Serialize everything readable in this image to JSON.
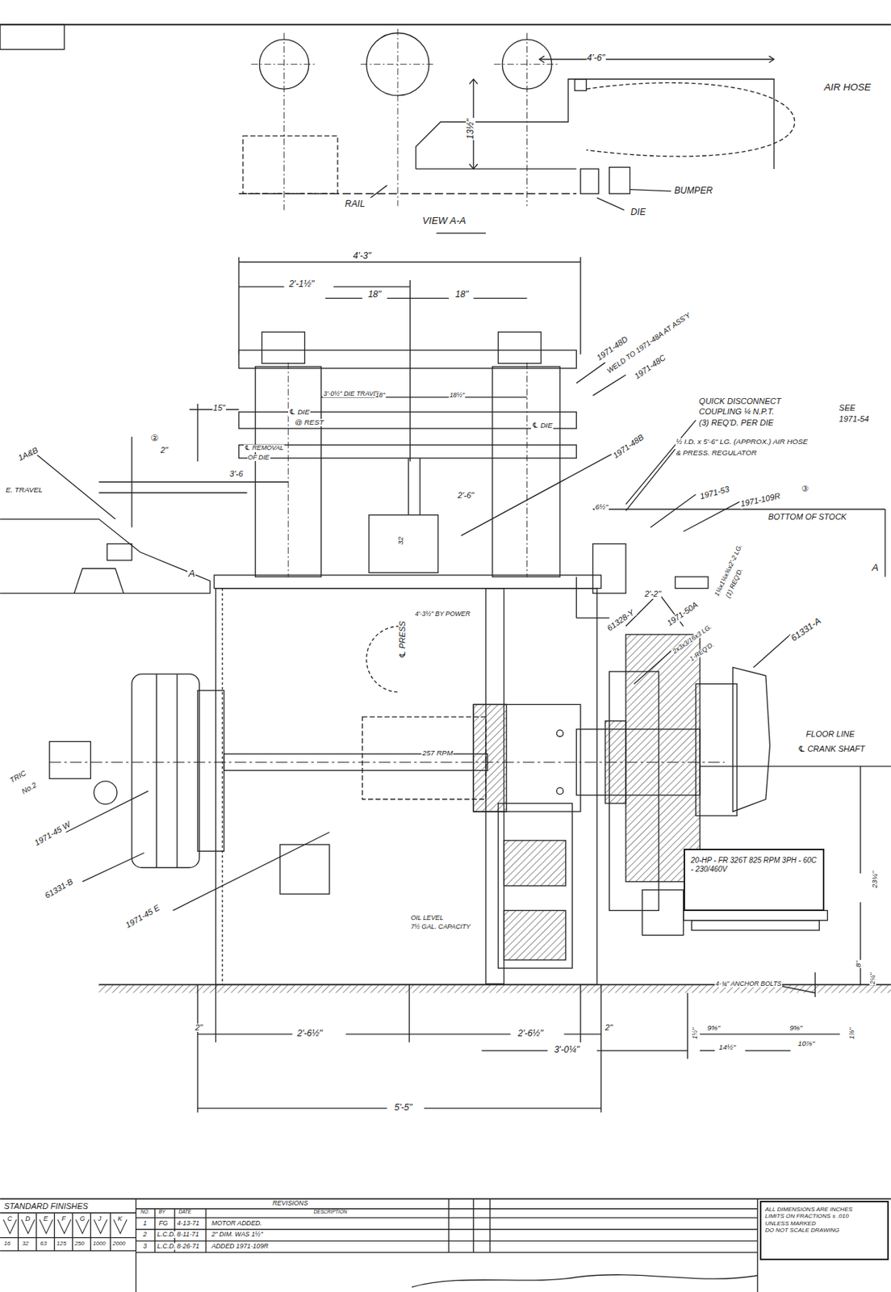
{
  "diagram": {
    "nodes": [
      {
        "text": [
          "20-HP - FR 326T 825 RPM 3PH - 60C - 230/460V"
        ]
      },
      {
        "text": [
          "ALL DIMENSIONS ARE INCHES",
          "LIMITS ON FRACTIONS ± .010",
          "UNLESS MARKED",
          "DO NOT SCALE DRAWING"
        ]
      }
    ],
    "labels": [
      "4'-6\"",
      "AIR HOSE",
      "13½\"",
      "BUMPER",
      "RAIL",
      "DIE",
      "VIEW A-A",
      "4'-3\"",
      "2'-1½\"",
      "18\"",
      "18\"",
      "1971-48D",
      "WELD TO 1971-48A AT ASS'Y",
      "1971-48C",
      "3'-0½\" DIE TRAVEL",
      "18\"",
      "18½\"",
      "℄ DIE",
      "@ REST",
      "℄ DIE",
      "QUICK DISCONNECT",
      "COUPLING ¼ N.P.T.",
      "(3) REQ'D. PER DIE",
      "SEE",
      "1971-54",
      "1971-48B",
      "½ I.D. x 5'-6\" LG. (APPROX.) AIR HOSE",
      "& PRESS. REGULATOR",
      "15\"",
      "②",
      "2\"",
      "℄ REMOVAL",
      "OF DIE",
      "1A&B",
      "E. TRAVEL",
      "3'-6",
      "2'-6\"",
      "6½\"",
      "32",
      "A",
      "A",
      "2'-2\"",
      "1971-53",
      "1971-109R",
      "③",
      "BOTTOM OF STOCK",
      "1¼x1¼x¾x2'-2 LG.",
      "(1) REQ'D.",
      "61328-Y",
      "1971-50A",
      "2x3x3/16x3 LG.",
      "1-REQ'D.",
      "61331-A",
      "4'-3½\" BY POWER",
      "℄ PRESS",
      "FLOOR LINE",
      "℄ CRANK SHAFT",
      "257 RPM",
      "TRIC",
      "No.2",
      "1971-45 W",
      "61331-B",
      "1971-45 E",
      "23¼\"",
      "OIL LEVEL",
      "7½ GAL. CAPACITY",
      "8\"",
      "2¼\"",
      "4-¾\" ANCHOR BOLTS",
      "2\"",
      "2'-6½\"",
      "2'-6½\"",
      "2\"",
      "3'-0¼\"",
      "1½\"",
      "9⅝\"",
      "9⅝\"",
      "14½\"",
      "10⅞\"",
      "1⅞\"",
      "5'-5\"",
      "STANDARD FINISHES",
      "C",
      "D",
      "E",
      "F",
      "G",
      "J",
      "K",
      "16",
      "32",
      "63",
      "125",
      "250",
      "1000",
      "2000",
      "REVISIONS",
      "NO.",
      "BY",
      "DATE",
      "DESCRIPTION",
      "1",
      "FG",
      "4-13-71",
      "MOTOR ADDED.",
      "2",
      "L.C.D.",
      "8-11-71",
      "2\" DIM. WAS 1½\"",
      "3",
      "L.C.D.",
      "8-26-71",
      "ADDED 1971-109R"
    ]
  }
}
